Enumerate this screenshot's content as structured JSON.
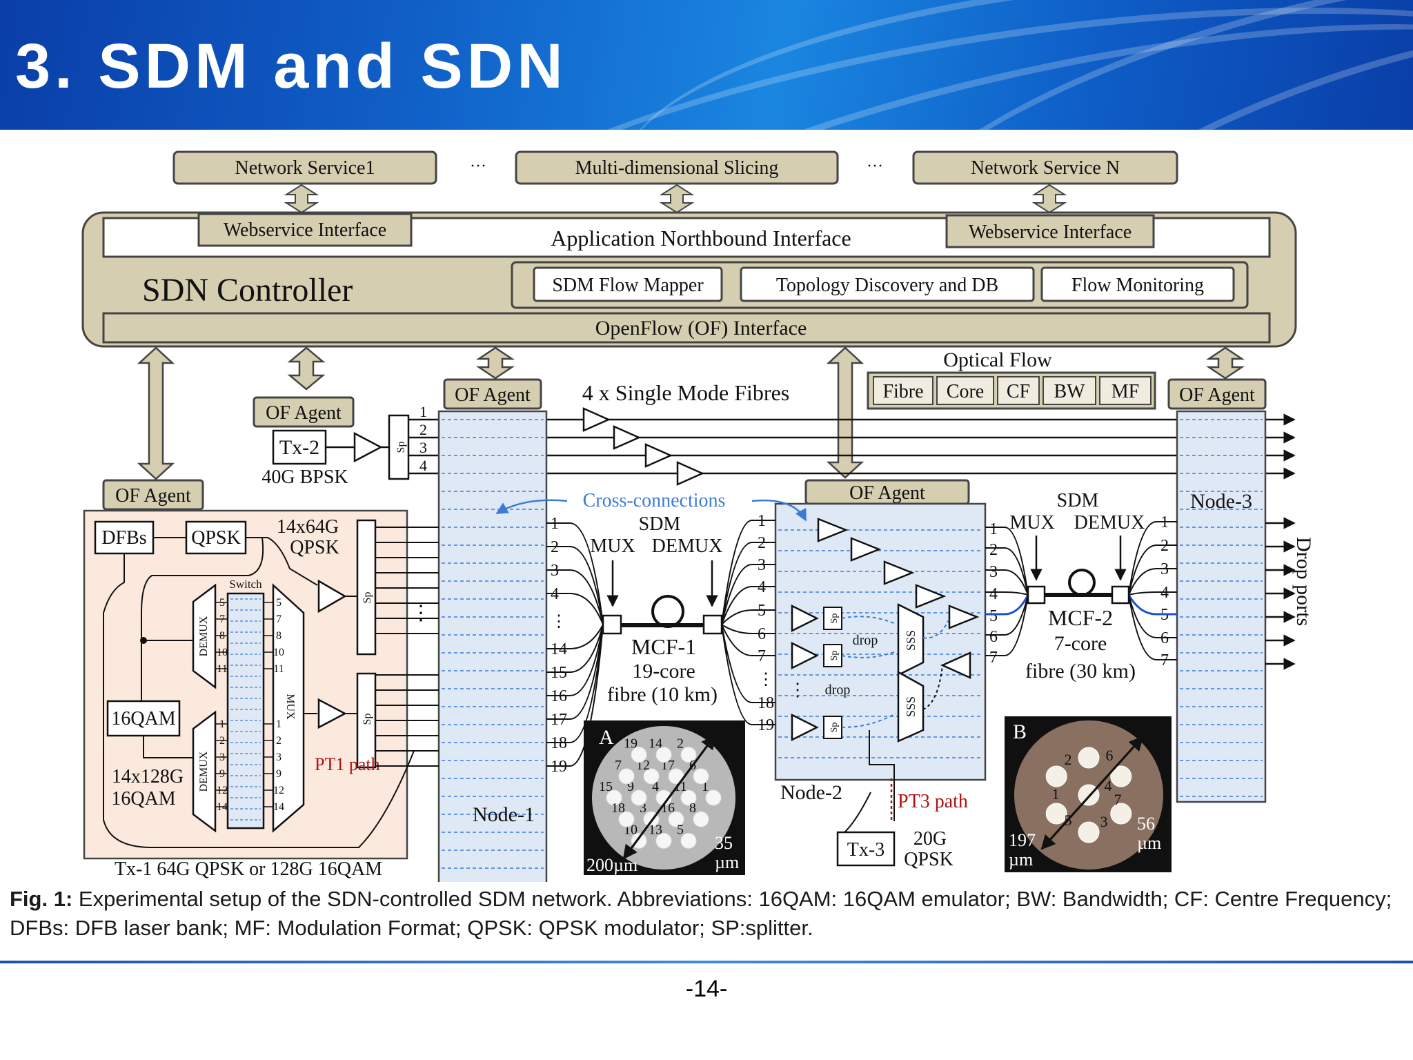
{
  "slide": {
    "title": "3. SDM and SDN",
    "page_number": "-14-"
  },
  "diagram": {
    "services": {
      "service1": "Network Service1",
      "slicing": "Multi-dimensional Slicing",
      "serviceN": "Network Service N",
      "dots": "···"
    },
    "controller": {
      "name": "SDN Controller",
      "northbound": "Application Northbound Interface",
      "webservice": "Webservice Interface",
      "sdm_flow_mapper": "SDM Flow Mapper",
      "topology": "Topology Discovery and DB",
      "flow_monitoring": "Flow Monitoring",
      "openflow": "OpenFlow (OF) Interface"
    },
    "of_agent": "OF Agent",
    "optical_flow": {
      "title": "Optical Flow",
      "fields": [
        "Fibre",
        "Core",
        "CF",
        "BW",
        "MF"
      ]
    },
    "fibres_label": "4 x Single Mode Fibres",
    "tx2": {
      "name": "Tx-2",
      "rate": "40G BPSK"
    },
    "tx1": {
      "caption": "Tx-1 64G QPSK or 128G 16QAM",
      "dfbs": "DFBs",
      "qpsk": "QPSK",
      "qam16": "16QAM",
      "qpsk_rate_1": "14x64G",
      "qpsk_rate_2": "QPSK",
      "qam_rate_1": "14x128G",
      "qam_rate_2": "16QAM",
      "switch": "Switch",
      "demux": "DEMUX",
      "mux": "MUX",
      "pt1": "PT1 path",
      "sp": "Sp",
      "switch_in_top": [
        "5",
        "7",
        "8",
        "10",
        "11"
      ],
      "switch_in_bottom": [
        "1",
        "2",
        "3",
        "9",
        "12",
        "14"
      ],
      "switch_out": [
        "5",
        "7",
        "8",
        "10",
        "11",
        "1",
        "2",
        "3",
        "9",
        "12",
        "14"
      ]
    },
    "ellipsis": "⋮",
    "node1": {
      "label": "Node-1"
    },
    "node2": {
      "label": "Node-2",
      "drop": "drop",
      "sss": "SSS"
    },
    "node3": {
      "label": "Node-3"
    },
    "drop_ports": "Drop ports",
    "cross_connections": "Cross-connections",
    "sdm": "SDM",
    "mux": "MUX",
    "demux": "DEMUX",
    "mcf1": {
      "name": "MCF-1",
      "cores": "19-core",
      "fibre": "fibre (10 km)"
    },
    "mcf2": {
      "name": "MCF-2",
      "cores": "7-core",
      "fibre": "fibre (30 km)"
    },
    "core_labels_19": [
      "1",
      "2",
      "3",
      "4",
      "⋮",
      "14",
      "15",
      "16",
      "17",
      "18",
      "19"
    ],
    "core_labels_19_right": [
      "1",
      "2",
      "3",
      "4",
      "5",
      "6",
      "7",
      "⋮",
      "18",
      "19"
    ],
    "core_labels_7": [
      "1",
      "2",
      "3",
      "4",
      "5",
      "6",
      "7"
    ],
    "fibre_numbers": [
      "1",
      "2",
      "3",
      "4"
    ],
    "inset_a": {
      "label": "A",
      "core_nums": [
        "4",
        "11",
        "16",
        "3",
        "9",
        "12",
        "17",
        "1",
        "5",
        "10",
        "15",
        "19",
        "2",
        "8",
        "13",
        "18",
        "7",
        "14",
        "6"
      ],
      "pitch": "35",
      "pitch_unit": "µm",
      "diameter": "200µm"
    },
    "inset_b": {
      "label": "B",
      "core_nums": [
        "2",
        "6",
        "1",
        "4",
        "7",
        "5",
        "3"
      ],
      "diameter": "197",
      "diameter_unit": "µm",
      "pitch": "56",
      "pitch_unit": "µm"
    },
    "tx3": {
      "name": "Tx-3",
      "rate_1": "20G",
      "rate_2": "QPSK"
    },
    "pt3": "PT3 path"
  },
  "caption": {
    "label": "Fig. 1:",
    "text": " Experimental setup of the SDN-controlled SDM network.  Abbreviations: 16QAM: 16QAM emulator; BW: Bandwidth; CF: Centre Frequency; DFBs: DFB laser bank; MF: Modulation Format; QPSK: QPSK modulator; SP:splitter."
  },
  "colors": {
    "banner": "#1060c8",
    "controller_fill": "#d6ceb0",
    "tx1_fill": "#fbe9dd",
    "node_fill": "#dfe9f6",
    "cross_connect": "#3a7bd5",
    "pt_path": "#b01010"
  }
}
